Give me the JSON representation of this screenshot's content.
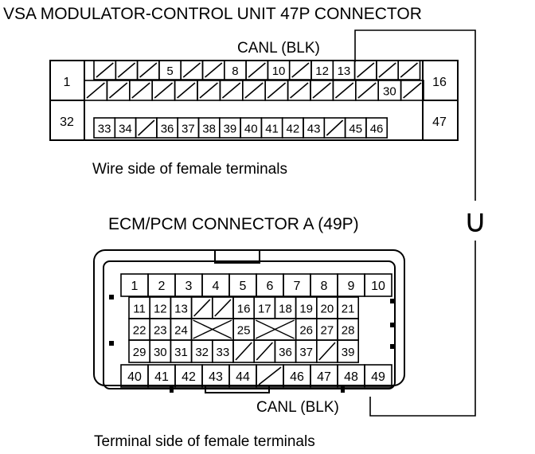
{
  "vsa": {
    "title": "VSA MODULATOR-CONTROL UNIT 47P CONNECTOR",
    "wire_label": "CANL (BLK)",
    "caption": "Wire side of female terminals",
    "row1": [
      "",
      "",
      "",
      "5",
      "",
      "",
      "8",
      "",
      "10",
      "",
      "12",
      "13",
      "",
      "",
      ""
    ],
    "row2": [
      "",
      "",
      "",
      "",
      "",
      "",
      "",
      "",
      "",
      "",
      "",
      "",
      "",
      "30",
      ""
    ],
    "row3": [
      "33",
      "34",
      "",
      "36",
      "37",
      "38",
      "39",
      "40",
      "41",
      "42",
      "43",
      "",
      "45",
      "46"
    ],
    "left_top": "1",
    "left_bottom": "32",
    "right_top": "16",
    "right_bottom": "47"
  },
  "ecm": {
    "title": "ECM/PCM CONNECTOR A (49P)",
    "wire_label": "CANL (BLK)",
    "caption": "Terminal side of female terminals",
    "row1": [
      "1",
      "2",
      "3",
      "4",
      "5",
      "6",
      "7",
      "8",
      "9",
      "10"
    ],
    "row2": [
      "11",
      "12",
      "13",
      "",
      "",
      "16",
      "17",
      "18",
      "19",
      "20",
      "21"
    ],
    "row3": [
      "22",
      "23",
      "24",
      "",
      "",
      "25",
      "",
      "",
      "26",
      "27",
      "28"
    ],
    "row4": [
      "29",
      "30",
      "31",
      "32",
      "33",
      "",
      "",
      "36",
      "37",
      "",
      "39"
    ],
    "row5": [
      "40",
      "41",
      "42",
      "43",
      "44",
      "",
      "46",
      "47",
      "48",
      "49"
    ]
  },
  "continuity_symbol": "∪"
}
